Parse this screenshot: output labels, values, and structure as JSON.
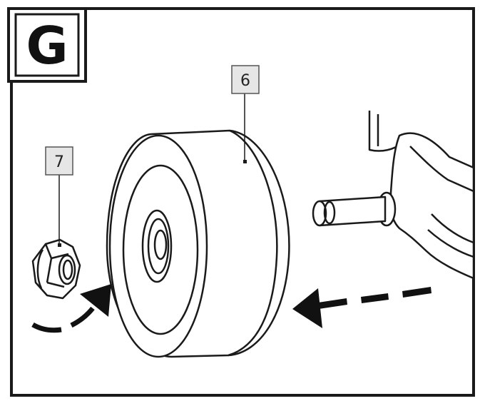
{
  "step": {
    "letter": "G"
  },
  "callouts": [
    {
      "id": "wheel",
      "number": "6"
    },
    {
      "id": "nut",
      "number": "7"
    }
  ],
  "colors": {
    "line": "#1a1a1a",
    "label_fill": "#e6e6e6",
    "paper": "#ffffff"
  }
}
